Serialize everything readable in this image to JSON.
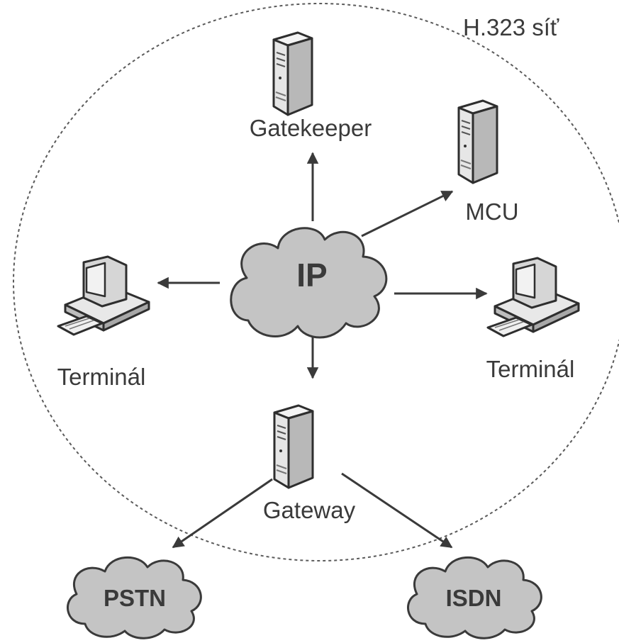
{
  "network": {
    "label": "H.323 síť"
  },
  "nodes": {
    "gatekeeper": {
      "label": "Gatekeeper",
      "icon": "server-icon"
    },
    "mcu": {
      "label": "MCU",
      "icon": "server-icon"
    },
    "terminal_left": {
      "label": "Terminál",
      "icon": "computer-icon"
    },
    "terminal_right": {
      "label": "Terminál",
      "icon": "computer-icon"
    },
    "gateway": {
      "label": "Gateway",
      "icon": "server-icon"
    }
  },
  "clouds": {
    "ip": {
      "label": "IP"
    },
    "pstn": {
      "label": "PSTN"
    },
    "isdn": {
      "label": "ISDN"
    }
  },
  "connections": [
    {
      "from": "IP",
      "to": "Gatekeeper"
    },
    {
      "from": "IP",
      "to": "MCU"
    },
    {
      "from": "IP",
      "to": "Terminál (left)"
    },
    {
      "from": "IP",
      "to": "Terminál (right)"
    },
    {
      "from": "IP",
      "to": "Gateway"
    },
    {
      "from": "Gateway",
      "to": "PSTN"
    },
    {
      "from": "Gateway",
      "to": "ISDN"
    }
  ],
  "colors": {
    "line": "#3a3a3a",
    "cloud_fill": "#c4c4c4",
    "server_front": "#ececec",
    "server_side": "#bdbdbd",
    "text": "#3a3a3a"
  }
}
